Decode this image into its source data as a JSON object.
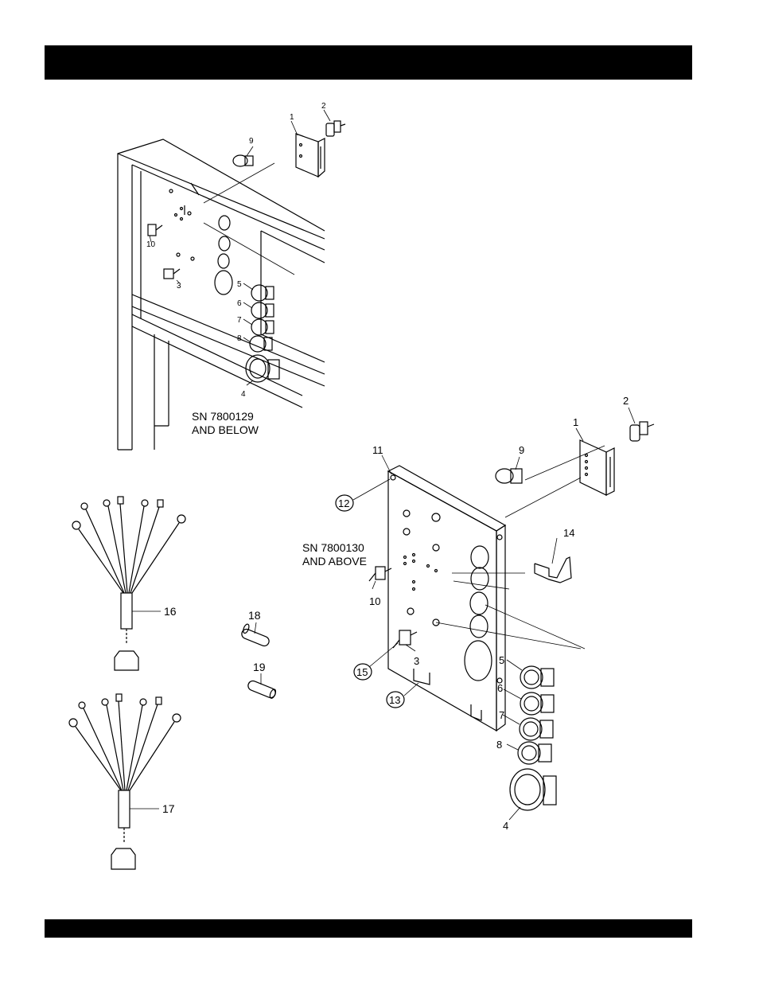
{
  "top_header": {
    "text": "",
    "color": "#000000"
  },
  "bottom_footer": {
    "text": "",
    "color": "#000000"
  },
  "captions": {
    "old_line1": "SN 7800129",
    "old_line2": "AND BELOW",
    "new_line1": "SN 7800130",
    "new_line2": "AND ABOVE"
  },
  "callouts_old": {
    "p1": "1",
    "p2": "2",
    "p3": "3",
    "p4": "4",
    "p5": "5",
    "p6": "6",
    "p7": "7",
    "p8": "8",
    "p9": "9",
    "p10": "10"
  },
  "callouts_new": {
    "p1": "1",
    "p2": "2",
    "p3": "3",
    "p4": "4",
    "p5": "5",
    "p6": "6",
    "p7": "7",
    "p8": "8",
    "p9": "9",
    "p10": "10",
    "p11": "11",
    "p12": "12",
    "p13": "13",
    "p14": "14",
    "p15": "15"
  },
  "callouts_parts": {
    "p16": "16",
    "p17": "17",
    "p18": "18",
    "p19": "19"
  }
}
